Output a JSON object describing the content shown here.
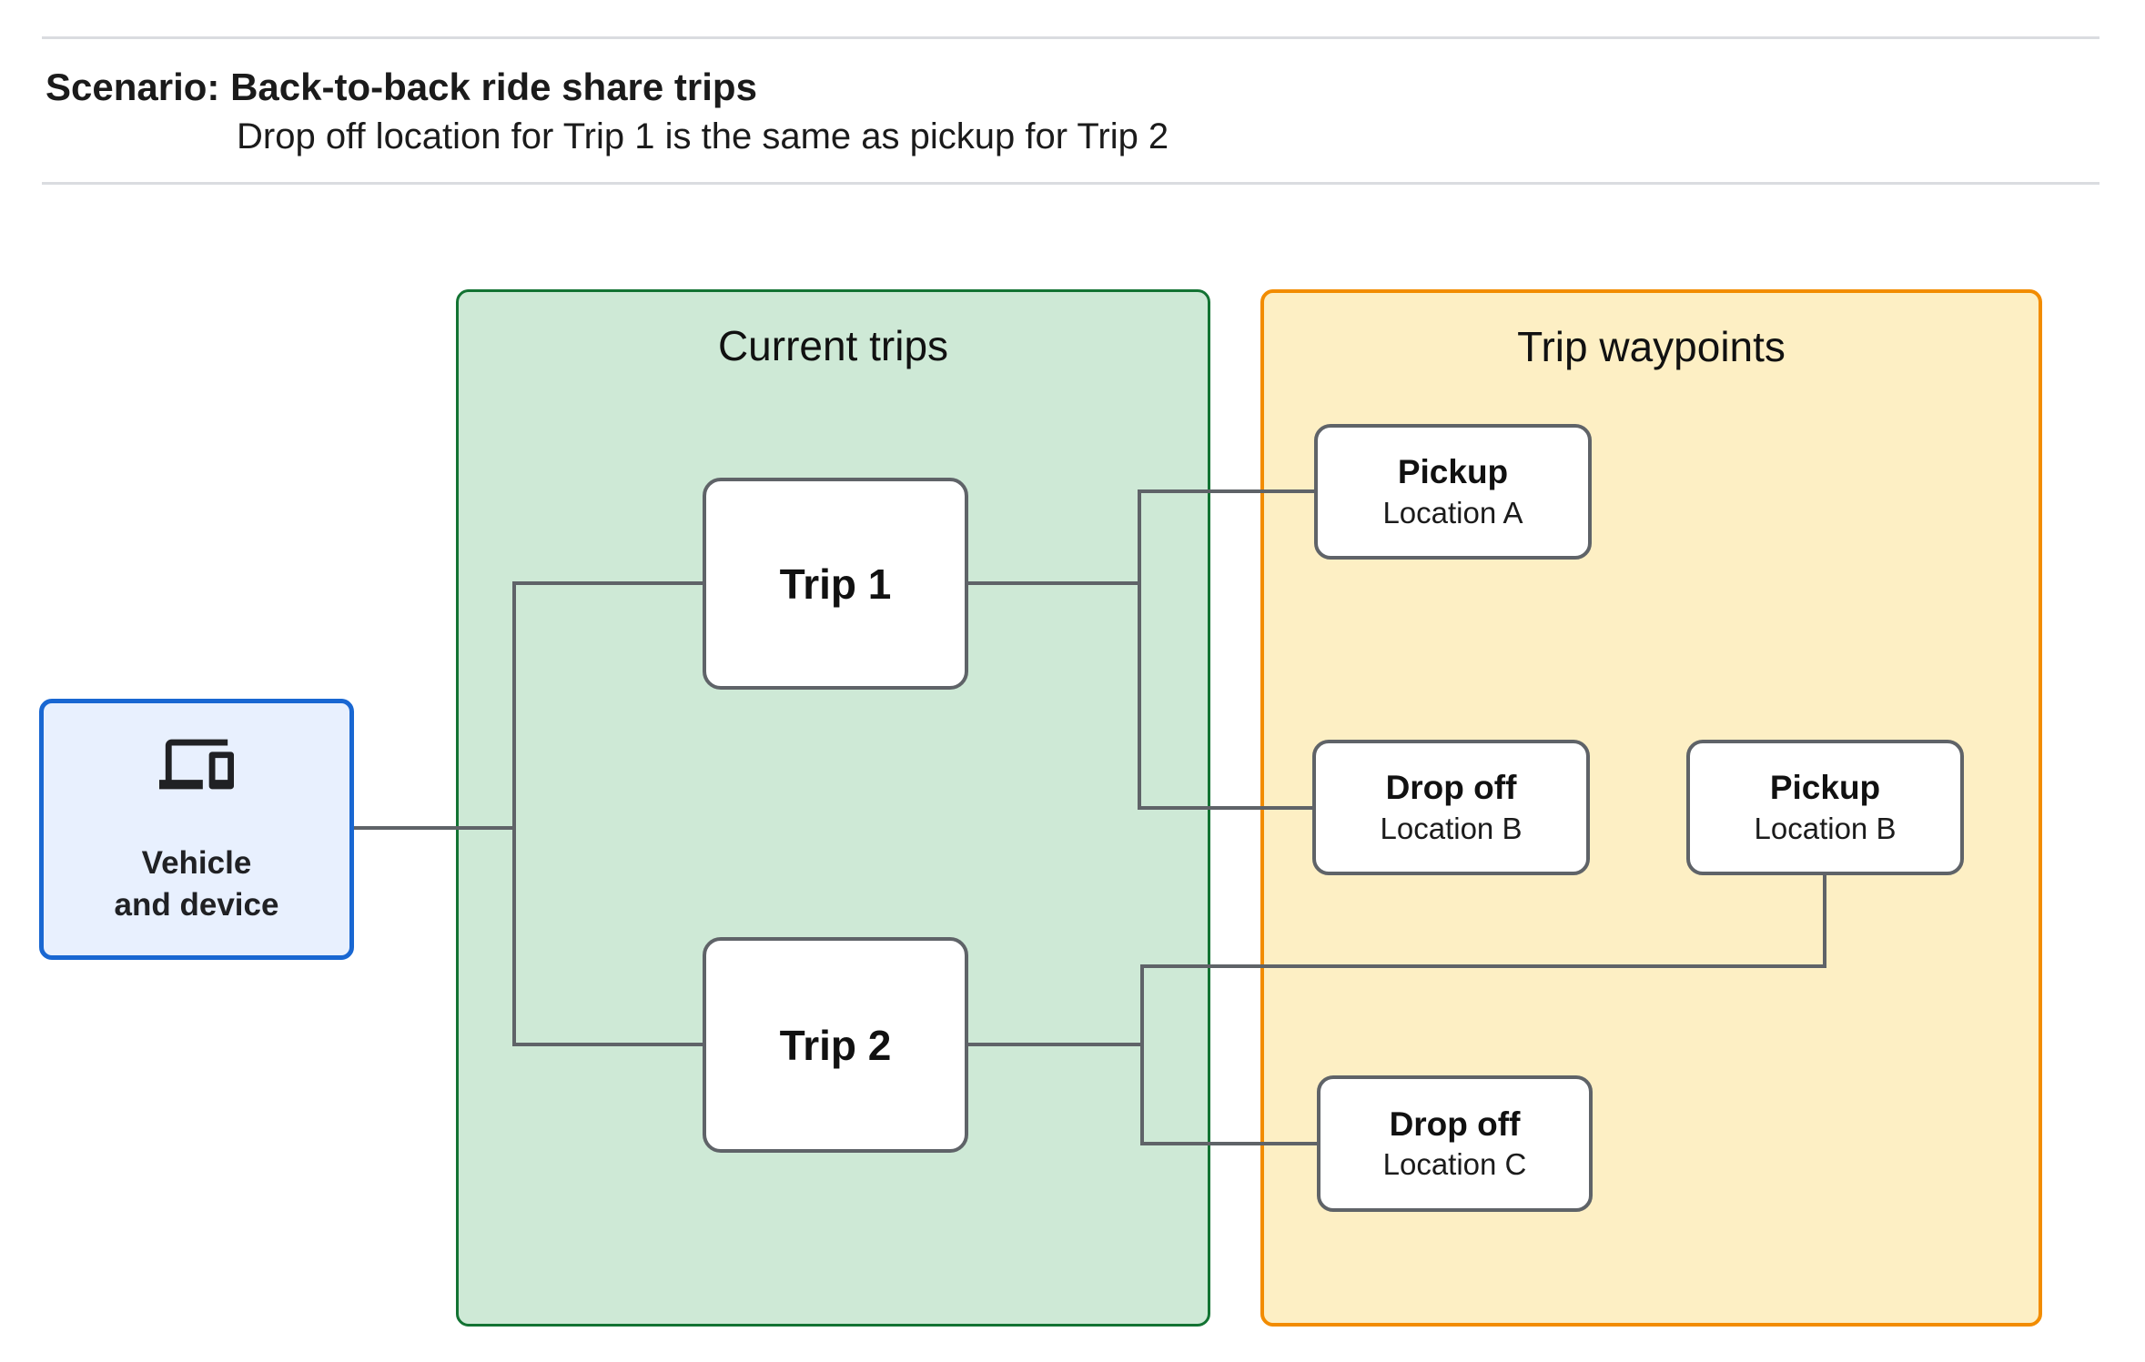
{
  "header": {
    "title": "Scenario: Back-to-back ride share trips",
    "subtitle": "Drop off  location for Trip 1 is the same as pickup for Trip 2"
  },
  "groups": {
    "current_trips": {
      "title": "Current trips",
      "fill": "#CEE9D6",
      "border": "#137333"
    },
    "trip_waypoints": {
      "title": "Trip waypoints",
      "fill": "#FDEFC4",
      "border": "#F28C00"
    }
  },
  "vehicle": {
    "icon": "devices-icon",
    "label_line1": "Vehicle",
    "label_line2": "and device",
    "fill": "#E8F0FE",
    "border": "#1967D2"
  },
  "trips": [
    {
      "label": "Trip 1"
    },
    {
      "label": "Trip 2"
    }
  ],
  "waypoints": [
    {
      "title": "Pickup",
      "subtitle": "Location A"
    },
    {
      "title": "Drop off",
      "subtitle": "Location B"
    },
    {
      "title": "Pickup",
      "subtitle": "Location B"
    },
    {
      "title": "Drop off",
      "subtitle": "Location C"
    }
  ],
  "colors": {
    "background": "#FFFFFF",
    "divider": "#DADCE0",
    "text": "#202124",
    "connector": "#5F6368",
    "node_border": "#5F6368",
    "node_fill": "#FFFFFF"
  }
}
